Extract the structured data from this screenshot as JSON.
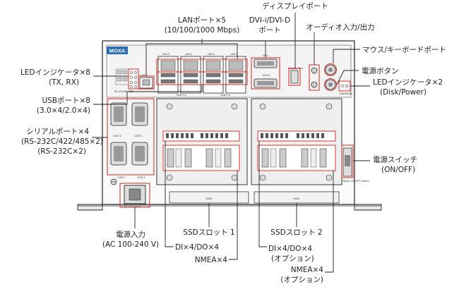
{
  "brand": {
    "logo": "MOXA",
    "logo_color": "#2a6db5"
  },
  "colors": {
    "callout": "#e0342c",
    "outline": "#222222",
    "panel": "#d9d9d9"
  },
  "device": {
    "lan_labels": [
      "LAN 1",
      "LAN 2",
      "LAN 3",
      "LAN 4",
      "LAN 5"
    ],
    "dvi_labels": [
      "DVI-I",
      "DVI-D"
    ],
    "display_port_label": "Display Port",
    "usb_labels": [
      "USB 3.0",
      "USB 2.0"
    ],
    "serial_labels": [
      "COM 1",
      "COM 2",
      "COM 3",
      "COM 4"
    ],
    "ssd_labels": [
      "SSD1",
      "SSD2"
    ],
    "power_input_label": "AC 100-240V",
    "power_switch_label": "Power ON/OFF Switch",
    "led_panel_label": "RS-232/RS-485",
    "disk_power_labels": [
      "Disk",
      "Power"
    ]
  },
  "callouts": {
    "lan": {
      "line1": "LANポート×5",
      "line2": "(10/100/1000 Mbps)"
    },
    "dvi": {
      "line1": "DVI-i/DVI-D",
      "line2": "ポート"
    },
    "display_port": "ディスプレイポート",
    "audio": "オーディオ入力/出力",
    "mouse_kb": "マウス/キーボードポート",
    "power_button": "電源ボタン",
    "led_right": {
      "line1": "LEDインジケータ×2",
      "line2": "(Disk/Power)"
    },
    "led_left": {
      "line1": "LEDインジケータ×8",
      "line2": "(TX, RX)"
    },
    "usb": {
      "line1": "USBポート×8",
      "line2": "(3.0×4/2.0×4)"
    },
    "serial": {
      "line1": "シリアルポート×4",
      "line2": "(RS-232C/422/485×2)",
      "line3": "(RS-232C×2)"
    },
    "power_switch": {
      "line1": "電源スイッチ",
      "line2": "(ON/OFF)"
    },
    "ssd1": "SSDスロット 1",
    "ssd2": "SSDスロット 2",
    "power_input": {
      "line1": "電源入力",
      "line2": "(AC 100-240 V)"
    },
    "dio1": "DI×4/DO×4",
    "nmea1": "NMEA×4",
    "dio2": {
      "line1": "DI×4/DO×4",
      "line2": "(オプション)"
    },
    "nmea2": {
      "line1": "NMEA×4",
      "line2": "(オプション)"
    }
  }
}
